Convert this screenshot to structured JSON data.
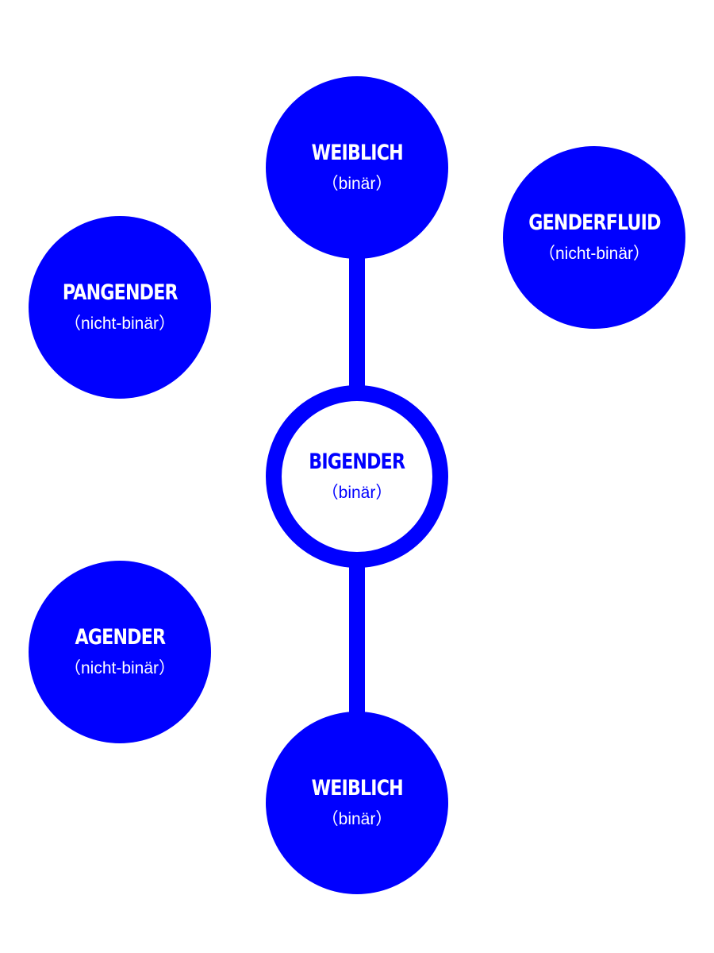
{
  "colors": {
    "primary": "#0000ff",
    "background": "#ffffff",
    "text_on_primary": "#ffffff"
  },
  "nodes": {
    "weiblich_top": {
      "title": "WEIBLICH",
      "subtitle": "（binär）"
    },
    "genderfluid": {
      "title": "GENDERFLUID",
      "subtitle": "（nicht-binär）"
    },
    "pangender": {
      "title": "PANGENDER",
      "subtitle": "（nicht-binär）"
    },
    "bigender": {
      "title": "BIGENDER",
      "subtitle": "（binär）"
    },
    "agender": {
      "title": "AGENDER",
      "subtitle": "（nicht-binär）"
    },
    "weiblich_bottom": {
      "title": "WEIBLICH",
      "subtitle": "（binär）"
    }
  }
}
